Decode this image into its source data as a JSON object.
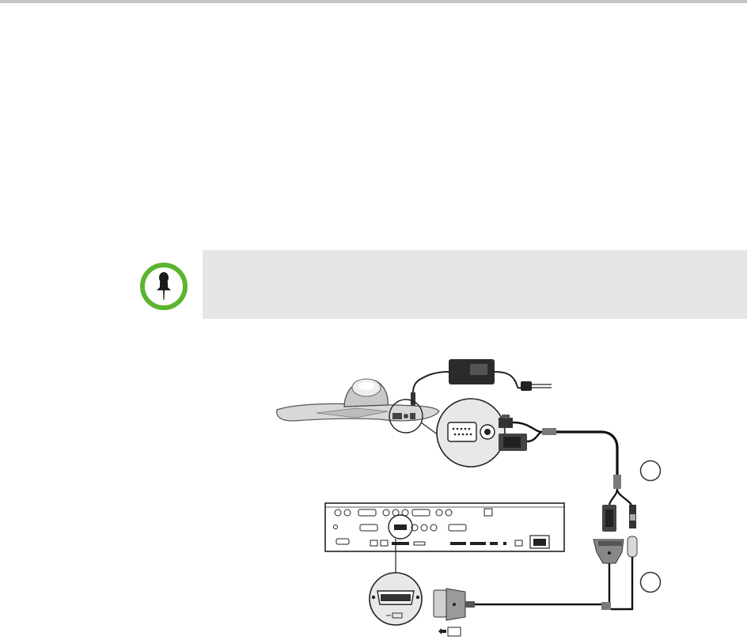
{
  "page": {
    "top_rule_color": "#c4c4c4",
    "note_background": "#e6e6e6",
    "note_icon": "pushpin-icon",
    "note_icon_ring_color": "#5bb52f"
  },
  "diagram": {
    "components": [
      "microphone-pod",
      "power-supply",
      "power-plug",
      "mic-connector-detail",
      "y-cable",
      "codec-rear-panel",
      "dvi-port-detail",
      "dvi-connector"
    ],
    "callouts": [
      "callout-1",
      "callout-2"
    ]
  }
}
